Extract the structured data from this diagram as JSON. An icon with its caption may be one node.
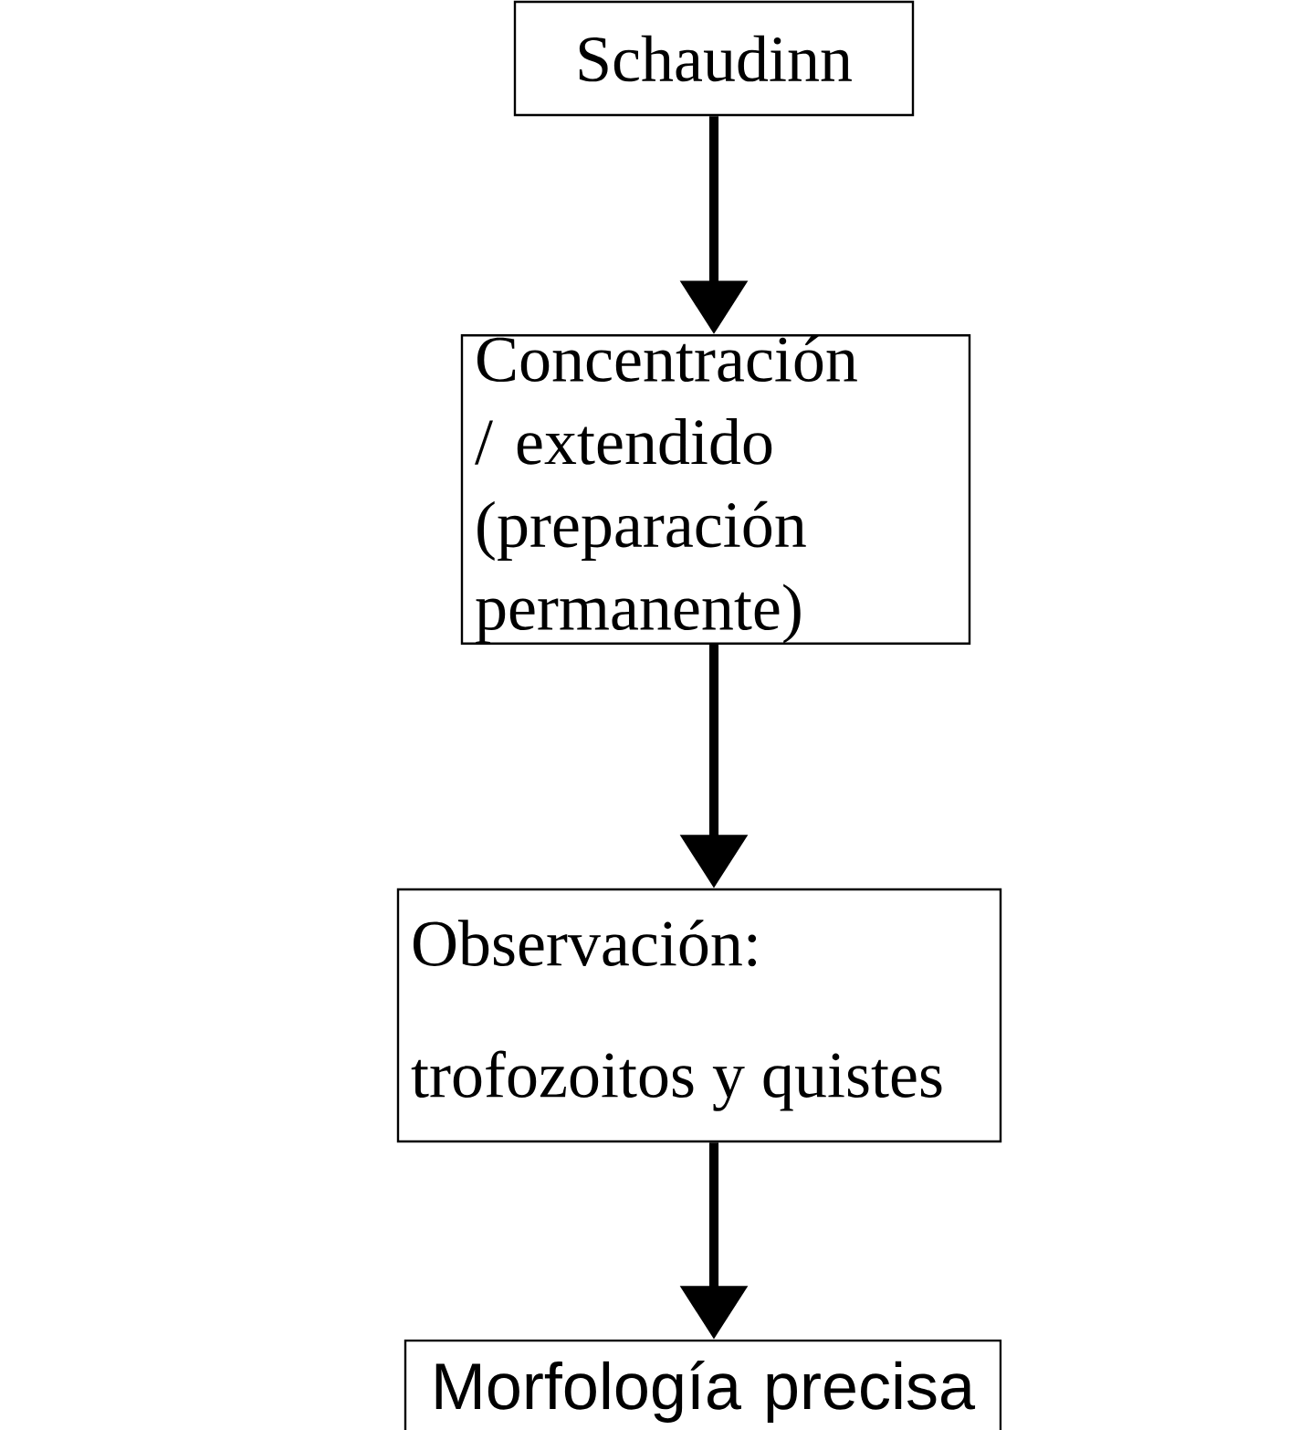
{
  "diagram": {
    "nodes": [
      {
        "text": [
          "Schaudinn"
        ]
      },
      {
        "text": [
          "Concentración / extendido (preparación permanente)"
        ]
      },
      {
        "text": [
          "Observación: trofozoitos y quistes"
        ]
      },
      {
        "text": [
          "Morfología precisa"
        ]
      }
    ],
    "edges": [
      {
        "from": 0,
        "to": 1,
        "arrow": "to"
      },
      {
        "from": 1,
        "to": 2,
        "arrow": "to"
      },
      {
        "from": 2,
        "to": 3,
        "arrow": "to"
      }
    ]
  }
}
